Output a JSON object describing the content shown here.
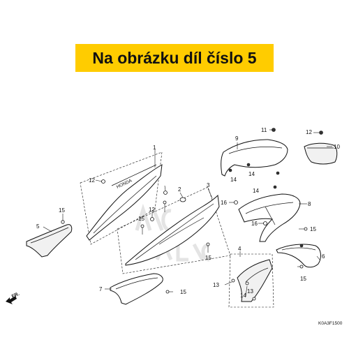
{
  "banner": {
    "text": "Na obrázku díl číslo 5",
    "color": "#ffcc00"
  },
  "diagram_code": "K0A3F1500",
  "front_arrow_label": "FR.",
  "callouts": [
    {
      "id": "c1",
      "text": "1"
    },
    {
      "id": "c2",
      "text": "2"
    },
    {
      "id": "c3",
      "text": "3"
    },
    {
      "id": "c4",
      "text": "4"
    },
    {
      "id": "c5",
      "text": "5"
    },
    {
      "id": "c6",
      "text": "6"
    },
    {
      "id": "c7",
      "text": "7"
    },
    {
      "id": "c8",
      "text": "8"
    },
    {
      "id": "c9",
      "text": "9"
    },
    {
      "id": "c10",
      "text": "10"
    },
    {
      "id": "c11",
      "text": "11"
    },
    {
      "id": "c12a",
      "text": "12"
    },
    {
      "id": "c12b",
      "text": "12"
    },
    {
      "id": "c12c",
      "text": "12"
    },
    {
      "id": "c13a",
      "text": "13"
    },
    {
      "id": "c13b",
      "text": "13"
    },
    {
      "id": "c14a",
      "text": "14"
    },
    {
      "id": "c14b",
      "text": "14"
    },
    {
      "id": "c14c",
      "text": "14"
    },
    {
      "id": "c14d",
      "text": "14"
    },
    {
      "id": "c15a",
      "text": "15"
    },
    {
      "id": "c15b",
      "text": "15"
    },
    {
      "id": "c15c",
      "text": "15"
    },
    {
      "id": "c15d",
      "text": "15"
    },
    {
      "id": "c15e",
      "text": "15"
    },
    {
      "id": "c15f",
      "text": "15"
    },
    {
      "id": "c16a",
      "text": "16"
    },
    {
      "id": "c16b",
      "text": "16"
    }
  ]
}
